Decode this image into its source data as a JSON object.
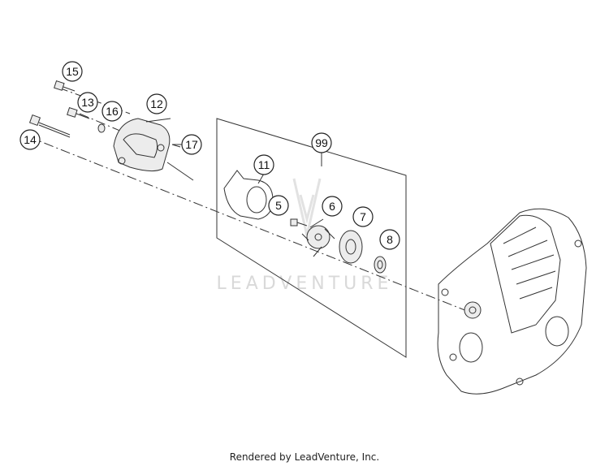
{
  "callouts": [
    {
      "id": "c15",
      "label": "15"
    },
    {
      "id": "c13",
      "label": "13"
    },
    {
      "id": "c16",
      "label": "16"
    },
    {
      "id": "c12",
      "label": "12"
    },
    {
      "id": "c14",
      "label": "14"
    },
    {
      "id": "c17",
      "label": "17"
    },
    {
      "id": "c99",
      "label": "99"
    },
    {
      "id": "c11",
      "label": "11"
    },
    {
      "id": "c5",
      "label": "5"
    },
    {
      "id": "c6",
      "label": "6"
    },
    {
      "id": "c7",
      "label": "7"
    },
    {
      "id": "c8",
      "label": "8"
    }
  ],
  "watermark": "LEADVENTURE",
  "footer": "Rendered by LeadVenture, Inc."
}
